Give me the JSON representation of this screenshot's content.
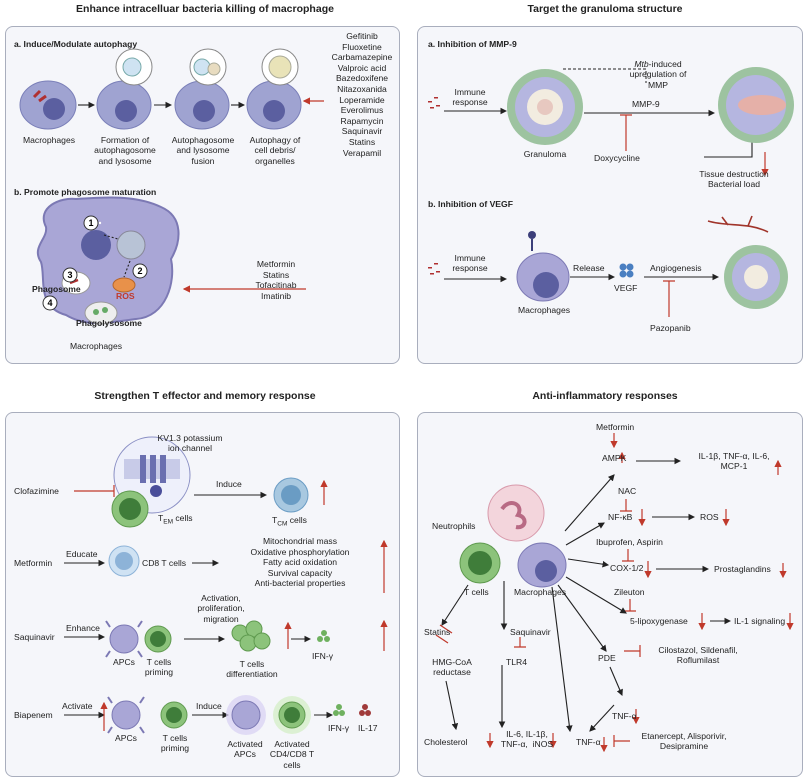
{
  "panels": {
    "tl": {
      "title": "Enhance intracelluar bacteria killing of macrophage",
      "sub_a": "a. Induce/Modulate autophagy",
      "stages": [
        "Macrophages",
        "Formation of\nautophagosome\nand lysosome",
        "Autophagosome\nand lysosome\nfusion",
        "Autophagy of\ncell debris/\norganelles"
      ],
      "drugs_a": [
        "Gefitinib",
        "Fluoxetine",
        "Carbamazepine",
        "Valproic acid",
        "Bazedoxifene",
        "Nitazoxanida",
        "Loperamide",
        "Everolimus",
        "Rapamycin",
        "Saquinavir",
        "Statins",
        "Verapamil"
      ],
      "sub_b": "b. Promote phagosome maturation",
      "steps": [
        "1",
        "2",
        "3",
        "4"
      ],
      "labels_b": {
        "ros": "ROS",
        "phagosome": "Phagosome",
        "phagolysosome": "Phagolysosome",
        "macrophages": "Macrophages"
      },
      "drugs_b": [
        "Metformin",
        "Statins",
        "Tofacitinab",
        "Imatinib"
      ]
    },
    "tr": {
      "title": "Target the granuloma structure",
      "sub_a": "a. Inhibition of MMP-9",
      "immune_a": "Immune\nresponse",
      "granuloma": "Granuloma",
      "mtb_italic": "Mtb",
      "mtb_rest": "-induced\nupregulation of\nMMP",
      "mmp9": "MMP-9",
      "doxy": "Doxycycline",
      "tissue": "Tissue destruction\nBacterial load",
      "sub_b": "b. Inhibition of VEGF",
      "immune_b": "Immune\nresponse",
      "release": "Release",
      "vegf": "VEGF",
      "angio": "Angiogenesis",
      "macrophages": "Macrophages",
      "pazopanib": "Pazopanib"
    },
    "bl": {
      "title": "Strengthen T effector and memory response",
      "kv": "KV1.3 potassium\nion channel",
      "clofazimine": "Clofazimine",
      "induce1": "Induce",
      "tem": "T",
      "tem_sub": "EM",
      "tem_rest": " cells",
      "tcm": "T",
      "tcm_sub": "CM",
      "tcm_rest": " cells",
      "metformin": "Metformin",
      "educate": "Educate",
      "cd8": "CD8 T cells",
      "effects": [
        "Mitochondrial mass",
        "Oxidative phosphorylation",
        "Fatty acid oxidation",
        "Survival capacity",
        "Anti-bacterial properties"
      ],
      "saquinavir": "Saquinavir",
      "enhance": "Enhance",
      "actprolif": "Activation,\nproliferation,\nmigration",
      "apcs1": "APCs",
      "tpriming1": "T cells\npriming",
      "tdiff": "T cells\ndifferentiation",
      "ifng1": "IFN-γ",
      "biapenem": "Biapenem",
      "activate": "Activate",
      "induce2": "Induce",
      "apcs2": "APCs",
      "tpriming2": "T cells\npriming",
      "actapcs": "Activated\nAPCs",
      "actcd": "Activated\nCD4/CD8 T\ncells",
      "ifng2": "IFN-γ",
      "il17": "IL-17"
    },
    "br": {
      "title": "Anti-inflammatory responses",
      "metformin": "Metformin",
      "ampk": "AMPK",
      "cyto1": "IL-1β, TNF-α, IL-6,\nMCP-1",
      "nac": "NAC",
      "nfkb": "NF-κB",
      "ros": "ROS",
      "neutrophils": "Neutrophils",
      "ibu": "Ibuprofen, Aspirin",
      "cox": "COX-1/2",
      "prost": "Prostaglandins",
      "zileuton": "Zileuton",
      "tcells": "T cells",
      "macrophages": "Macrophages",
      "lipox": "5-lipoxygenase",
      "il1sig": "IL-1 signaling",
      "statins": "Statins",
      "saquinavir": "Saquinavir",
      "hmg": "HMG-CoA\nreductase",
      "tlr4": "TLR4",
      "pde": "PDE",
      "cilo": "Cilostazol, Sildenafil,\nRoflumilast",
      "tnfa1": "TNF-α",
      "cholesterol": "Cholesterol",
      "cyto2": "IL-6, IL-1β,\nTNF-α,  iNOS",
      "tnfa2": "TNF-α",
      "etan": "Etanercept, Alisporivir,\nDesipramine"
    }
  },
  "colors": {
    "red": "#c0392b",
    "panel_bg": "#f5f6fa",
    "panel_border": "#a9aebd",
    "macrophage": "#9fa3d1",
    "tcell": "#8cc37b"
  }
}
